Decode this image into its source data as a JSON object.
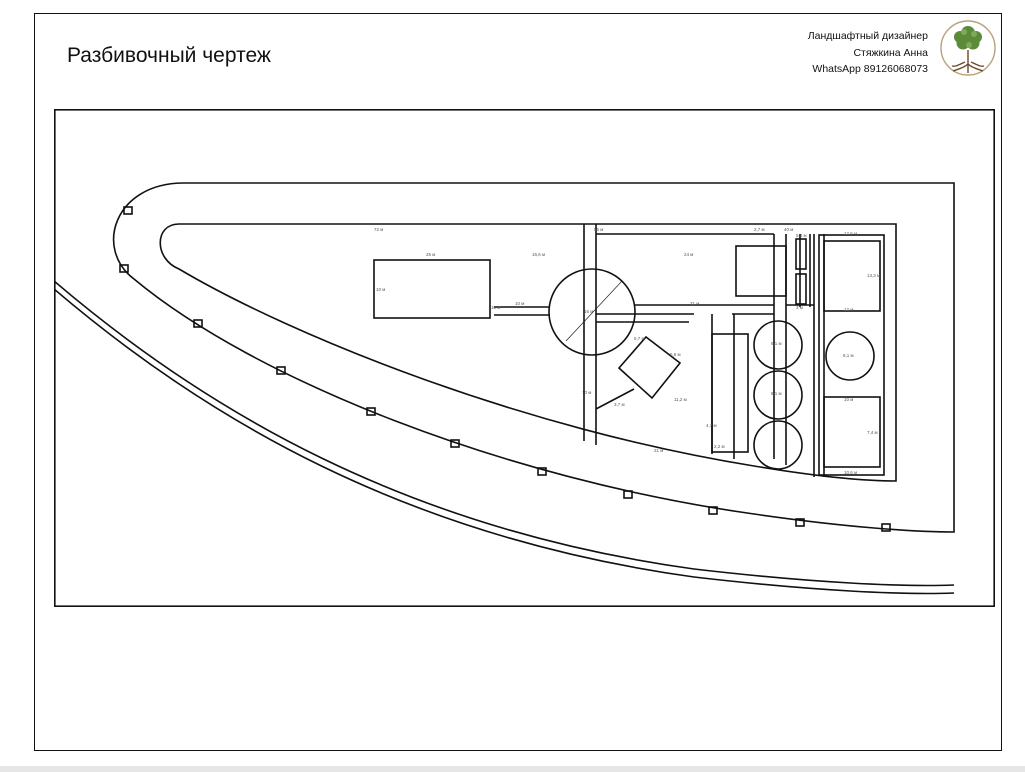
{
  "sheet": {
    "title": "Разбивочный чертеж"
  },
  "designer": {
    "role": "Ландшафтный дизайнер",
    "name": "Стяжкина Анна",
    "contact": "WhatsApp 89126068073"
  },
  "logo": {
    "icon": "tree-logo-icon",
    "colors": {
      "foliage": "#5a8a3a",
      "trunk": "#6b4a2b",
      "ring": "#b8a27a"
    }
  },
  "plan": {
    "stroke_color": "#111111",
    "dimensions": {
      "top_edge": "72 м",
      "top_right_1": "55 м",
      "top_right_2": "40 м",
      "rect_top": "25 м",
      "rect_right": "16,6 м",
      "rect_side": "10 м",
      "rect_bottom_right": "10 м",
      "circle_diameter": "16 м",
      "path_to_rect": "10 м",
      "path_center_right": "31 м",
      "upper_right_span": "24 м",
      "square_gap": "2,7 м",
      "left_vertical": "10 м",
      "diamond_side_1": "5,7 м",
      "diamond_side_2": "5,6 м",
      "diamond_side_3": "3,7 м",
      "bottom_span": "11,2 м",
      "bottom_left_diag": "21 м",
      "bottom_tall_rect": "2,2 м",
      "bottom_tall_rect_h": "4,7 м",
      "circle_small_1": "8,1 м",
      "circle_small_2": "8,1 м",
      "right_circle": "8,1 м",
      "right_top_rect": "12 м",
      "right_bottom_rect": "10 м",
      "right_rect_side_1": "13,3 м",
      "right_rect_side_2": "7,4 м",
      "right_bottom_width": "10,6 м",
      "right_bottom_width_2": "12,6 м",
      "small_right_1": "5,4 м",
      "small_right_2": "3 м"
    }
  }
}
